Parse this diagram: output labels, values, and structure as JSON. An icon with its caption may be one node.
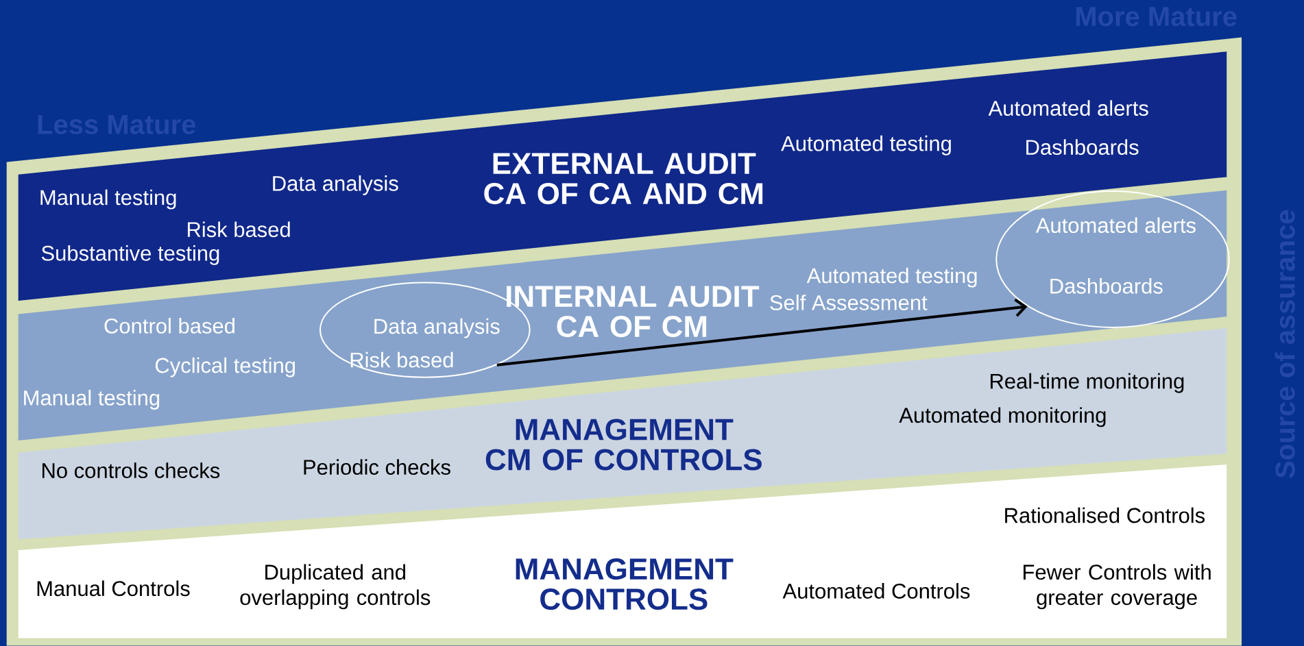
{
  "diagram": {
    "nodes": [
      {
        "text": [
          "Manual testing",
          "Substantive testing",
          "Risk based",
          "Data analysis",
          "EXTERNAL AUDIT CA OF CA AND CM",
          "Automated testing",
          "Automated alerts",
          "Dashboards"
        ]
      },
      {
        "text": [
          "Manual testing",
          "Control based",
          "Cyclical testing",
          "INTERNAL AUDIT CA OF CM",
          "Self Assessment",
          "Automated testing"
        ]
      },
      {
        "text": [
          "Data analysis",
          "Risk based"
        ],
        "in": 1
      },
      {
        "text": [
          "Automated alerts",
          "Dashboards"
        ],
        "in": 1
      },
      {
        "text": [
          "No controls checks",
          "Periodic checks",
          "MANAGEMENT CM OF CONTROLS",
          "Automated monitoring",
          "Real-time monitoring"
        ]
      },
      {
        "text": [
          "Manual Controls",
          "Duplicated and overlapping controls",
          "MANAGEMENT CONTROLS",
          "Automated Controls",
          "Rationalised Controls",
          "Fewer Controls with greater coverage"
        ]
      }
    ],
    "edges": [
      {
        "from": 2,
        "to": 3,
        "arrow": "to"
      }
    ],
    "labels": [
      "More Mature",
      "Less Mature",
      "Source of assurance"
    ]
  }
}
